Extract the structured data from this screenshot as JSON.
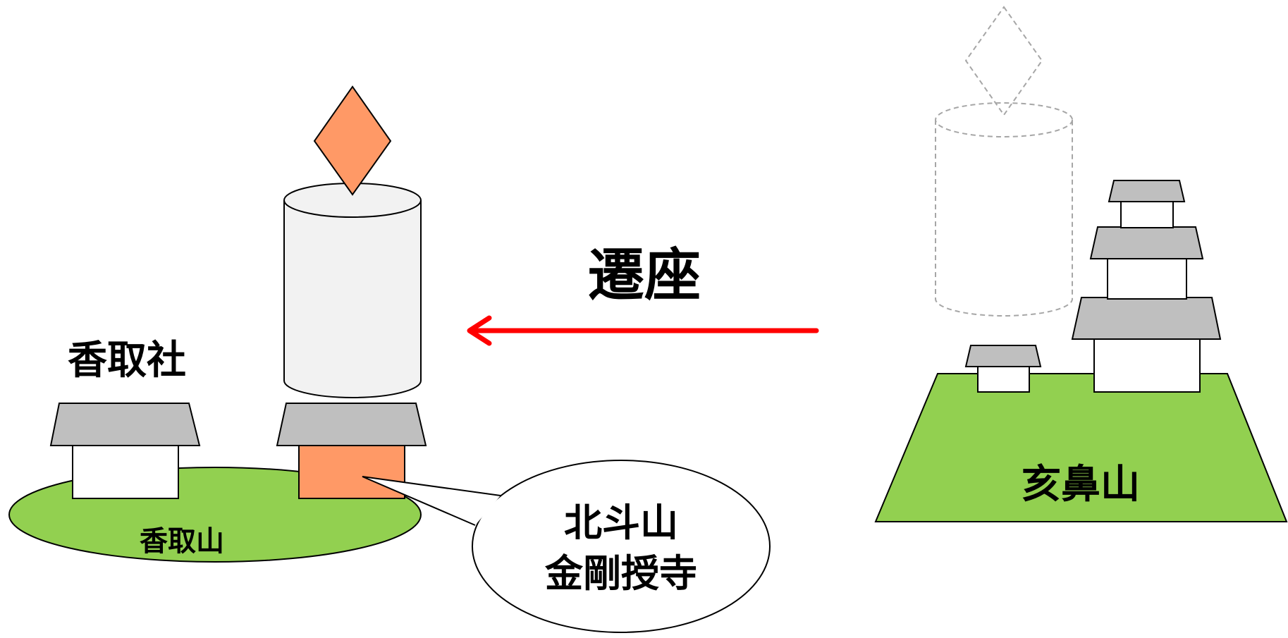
{
  "labels": {
    "left_shrine": "香取社",
    "left_mountain": "香取山",
    "transfer": "遷座",
    "right_mountain": "亥鼻山",
    "temple_line1": "北斗山",
    "temple_line2": "金剛授寺"
  },
  "colors": {
    "island_green": "#92d050",
    "roof_gray": "#bfbfbf",
    "temple_orange": "#ff9966",
    "cylinder_fill": "#f2f2f2",
    "arrow_red": "#ff0000",
    "dashed_outline": "#a6a6a6",
    "outline": "#000000"
  }
}
